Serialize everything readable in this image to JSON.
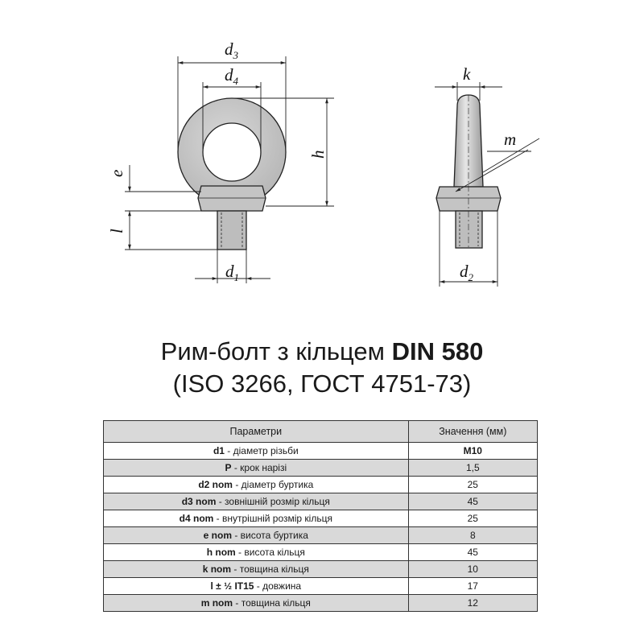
{
  "drawing": {
    "labels": {
      "d3": {
        "base": "d",
        "sub": "3"
      },
      "d4": {
        "base": "d",
        "sub": "4"
      },
      "d1": {
        "base": "d",
        "sub": "1"
      },
      "d2": {
        "base": "d",
        "sub": "2"
      },
      "h": "h",
      "e": "e",
      "l": "l",
      "k": "k",
      "m": "m"
    }
  },
  "title": {
    "line1_prefix": "Рим-болт з кільцем ",
    "line1_bold": "DIN 580",
    "line2": "(ISO 3266, ГОСТ 4751-73)"
  },
  "table": {
    "headers": [
      "Параметри",
      "Значення (мм)"
    ],
    "rows": [
      {
        "sym": "d1",
        "desc": " - діаметр різьби",
        "value": "M10",
        "value_bold": true
      },
      {
        "sym": "P",
        "desc": " - крок нарізі",
        "value": "1,5"
      },
      {
        "sym": "d2 nom",
        "desc": " - діаметр буртика",
        "value": "25"
      },
      {
        "sym": "d3 nom",
        "desc": " - зовнішній розмір кільця",
        "value": "45"
      },
      {
        "sym": "d4 nom",
        "desc": " - внутрішній розмір кільця",
        "value": "25"
      },
      {
        "sym": "e nom",
        "desc": " - висота буртика",
        "value": "8"
      },
      {
        "sym": "h nom",
        "desc": " - висота кільця",
        "value": "45"
      },
      {
        "sym": "k nom",
        "desc": " - товщина кільця",
        "value": "10"
      },
      {
        "sym": "l  ± ½ IT15",
        "desc": " - довжина",
        "value": "17"
      },
      {
        "sym": "m nom",
        "desc": " - товщина кільця",
        "value": "12"
      }
    ]
  }
}
